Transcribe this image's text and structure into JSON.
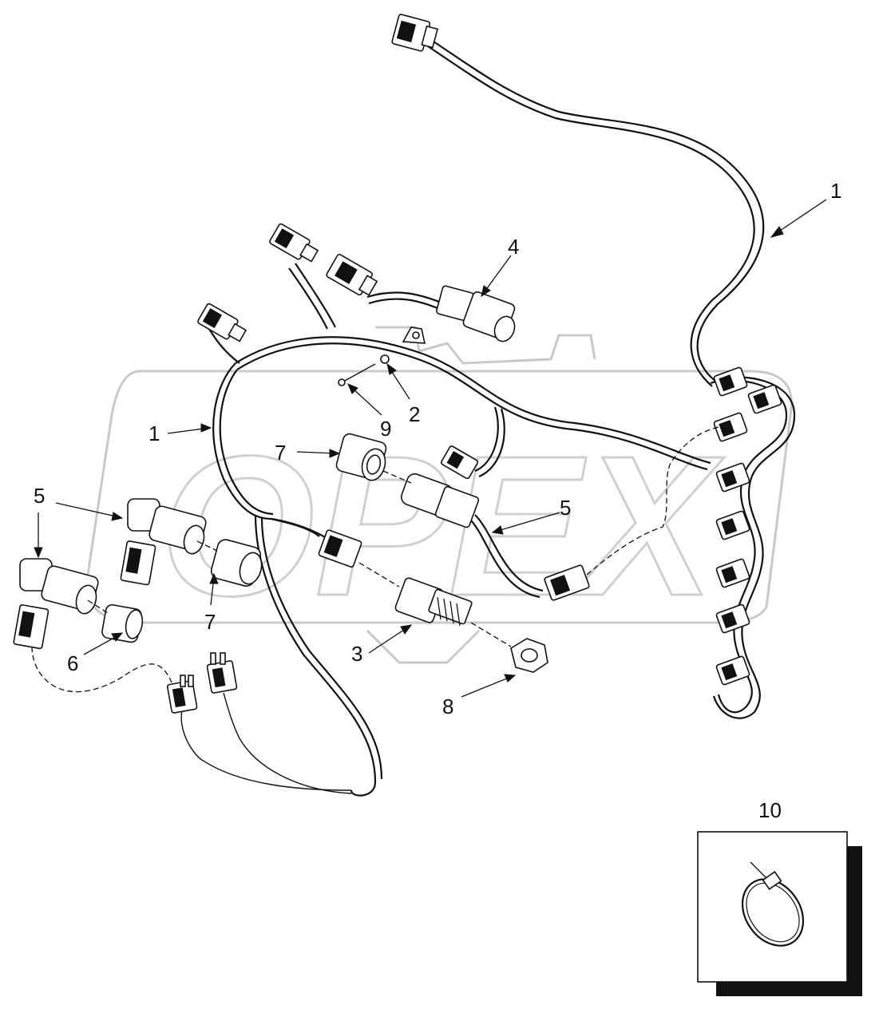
{
  "diagram": {
    "callouts": [
      {
        "id": "c1a",
        "label": "1"
      },
      {
        "id": "c1b",
        "label": "1"
      },
      {
        "id": "c2",
        "label": "2"
      },
      {
        "id": "c3",
        "label": "3"
      },
      {
        "id": "c4",
        "label": "4"
      },
      {
        "id": "c5a",
        "label": "5"
      },
      {
        "id": "c5b",
        "label": "5"
      },
      {
        "id": "c5c",
        "label": "5"
      },
      {
        "id": "c6",
        "label": "6"
      },
      {
        "id": "c7a",
        "label": "7"
      },
      {
        "id": "c7b",
        "label": "7"
      },
      {
        "id": "c8",
        "label": "8"
      },
      {
        "id": "c9",
        "label": "9"
      },
      {
        "id": "c10",
        "label": "10"
      }
    ],
    "watermark": "OPEX"
  }
}
